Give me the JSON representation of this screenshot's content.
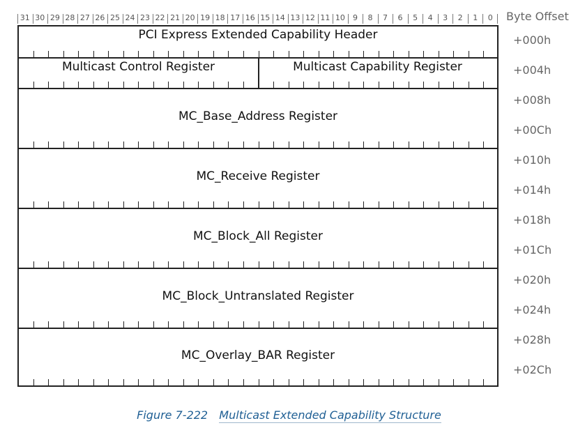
{
  "header": {
    "bits": [
      "31",
      "30",
      "29",
      "28",
      "27",
      "26",
      "25",
      "24",
      "23",
      "22",
      "21",
      "20",
      "19",
      "18",
      "17",
      "16",
      "15",
      "14",
      "13",
      "12",
      "11",
      "10",
      "9",
      "8",
      "7",
      "6",
      "5",
      "4",
      "3",
      "2",
      "1",
      "0"
    ],
    "byte_offset_label": "Byte Offset"
  },
  "rows": [
    {
      "cells": [
        {
          "label": "PCI Express Extended Capability Header"
        }
      ],
      "offsets": [
        "+000h"
      ]
    },
    {
      "cells": [
        {
          "label": "Multicast Control Register"
        },
        {
          "label": "Multicast Capability Register"
        }
      ],
      "offsets": [
        "+004h"
      ]
    },
    {
      "cells": [
        {
          "label": "MC_Base_Address Register"
        }
      ],
      "offsets": [
        "+008h",
        "+00Ch"
      ]
    },
    {
      "cells": [
        {
          "label": "MC_Receive Register"
        }
      ],
      "offsets": [
        "+010h",
        "+014h"
      ]
    },
    {
      "cells": [
        {
          "label": "MC_Block_All Register"
        }
      ],
      "offsets": [
        "+018h",
        "+01Ch"
      ]
    },
    {
      "cells": [
        {
          "label": "MC_Block_Untranslated Register"
        }
      ],
      "offsets": [
        "+020h",
        "+024h"
      ]
    },
    {
      "cells": [
        {
          "label": "MC_Overlay_BAR Register"
        }
      ],
      "offsets": [
        "+028h",
        "+02Ch"
      ]
    }
  ],
  "caption": {
    "figure_number": "Figure  7-222",
    "title": "Multicast Extended Capability Structure"
  },
  "colors": {
    "caption": "#1f5f94",
    "offset_text": "#666666",
    "border": "#222222"
  }
}
